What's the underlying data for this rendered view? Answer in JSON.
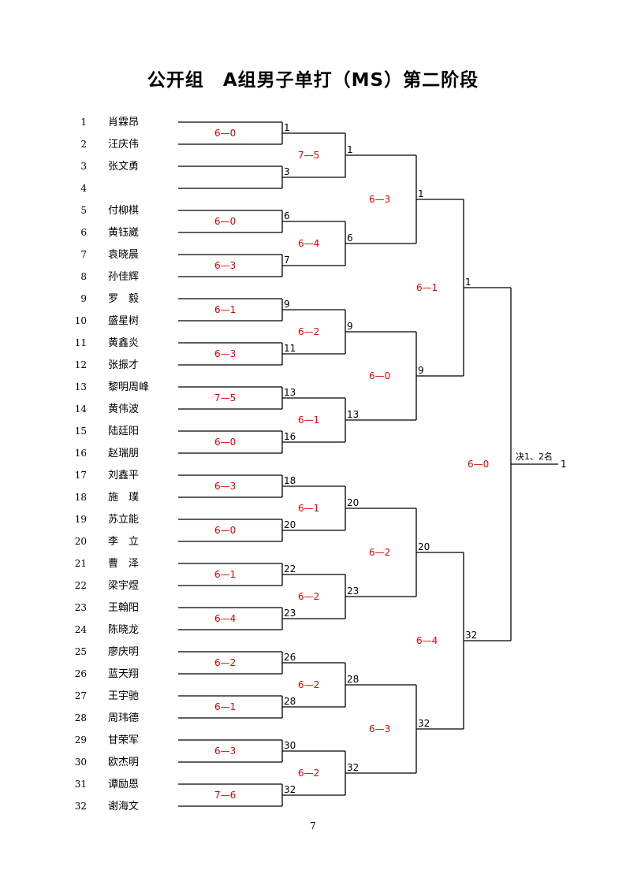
{
  "title": "公开组　A组男子单打（MS）第二阶段",
  "page_number": "7",
  "score_color": "#e00000",
  "players": [
    {
      "seed": "1",
      "name": "肖霖昂"
    },
    {
      "seed": "2",
      "name": "汪庆伟"
    },
    {
      "seed": "3",
      "name": "张文勇"
    },
    {
      "seed": "4",
      "name": ""
    },
    {
      "seed": "5",
      "name": "付柳棋"
    },
    {
      "seed": "6",
      "name": "黄钰崴"
    },
    {
      "seed": "7",
      "name": "袁晓晨"
    },
    {
      "seed": "8",
      "name": "孙佳辉"
    },
    {
      "seed": "9",
      "name": "罗　毅"
    },
    {
      "seed": "10",
      "name": "盛星树"
    },
    {
      "seed": "11",
      "name": "黄鑫炎"
    },
    {
      "seed": "12",
      "name": "张振才"
    },
    {
      "seed": "13",
      "name": "黎明周峰"
    },
    {
      "seed": "14",
      "name": "黄伟波"
    },
    {
      "seed": "15",
      "name": "陆廷阳"
    },
    {
      "seed": "16",
      "name": "赵瑞朋"
    },
    {
      "seed": "17",
      "name": "刘鑫平"
    },
    {
      "seed": "18",
      "name": "施　璞"
    },
    {
      "seed": "19",
      "name": "苏立能"
    },
    {
      "seed": "20",
      "name": "李　立"
    },
    {
      "seed": "21",
      "name": "曹　泽"
    },
    {
      "seed": "22",
      "name": "梁宇煜"
    },
    {
      "seed": "23",
      "name": "王翰阳"
    },
    {
      "seed": "24",
      "name": "陈晓龙"
    },
    {
      "seed": "25",
      "name": "廖庆明"
    },
    {
      "seed": "26",
      "name": "蓝天翔"
    },
    {
      "seed": "27",
      "name": "王宇驰"
    },
    {
      "seed": "28",
      "name": "周玮德"
    },
    {
      "seed": "29",
      "name": "甘荣军"
    },
    {
      "seed": "30",
      "name": "欧杰明"
    },
    {
      "seed": "31",
      "name": "谭励恩"
    },
    {
      "seed": "32",
      "name": "谢海文"
    }
  ],
  "rounds": [
    {
      "winners": [
        "1",
        "3",
        "6",
        "7",
        "9",
        "11",
        "13",
        "16",
        "18",
        "20",
        "22",
        "23",
        "26",
        "28",
        "30",
        "32"
      ],
      "scores": [
        "6—0",
        "",
        "6—0",
        "6—3",
        "6—1",
        "6—3",
        "7—5",
        "6—0",
        "6—3",
        "6—0",
        "6—1",
        "6—4",
        "6—2",
        "6—1",
        "6—3",
        "7—6"
      ]
    },
    {
      "winners": [
        "1",
        "6",
        "9",
        "13",
        "20",
        "23",
        "28",
        "32"
      ],
      "scores": [
        "7—5",
        "6—4",
        "6—2",
        "6—1",
        "6—1",
        "6—2",
        "6—2",
        "6—2"
      ]
    },
    {
      "winners": [
        "1",
        "9",
        "20",
        "32"
      ],
      "scores": [
        "6—3",
        "6—0",
        "6—2",
        "6—3"
      ]
    },
    {
      "winners": [
        "1",
        "32"
      ],
      "scores": [
        "6—1",
        "6—4"
      ]
    },
    {
      "winners": [
        "1"
      ],
      "scores": [
        "6—0"
      ],
      "label": "决1、2名"
    }
  ]
}
